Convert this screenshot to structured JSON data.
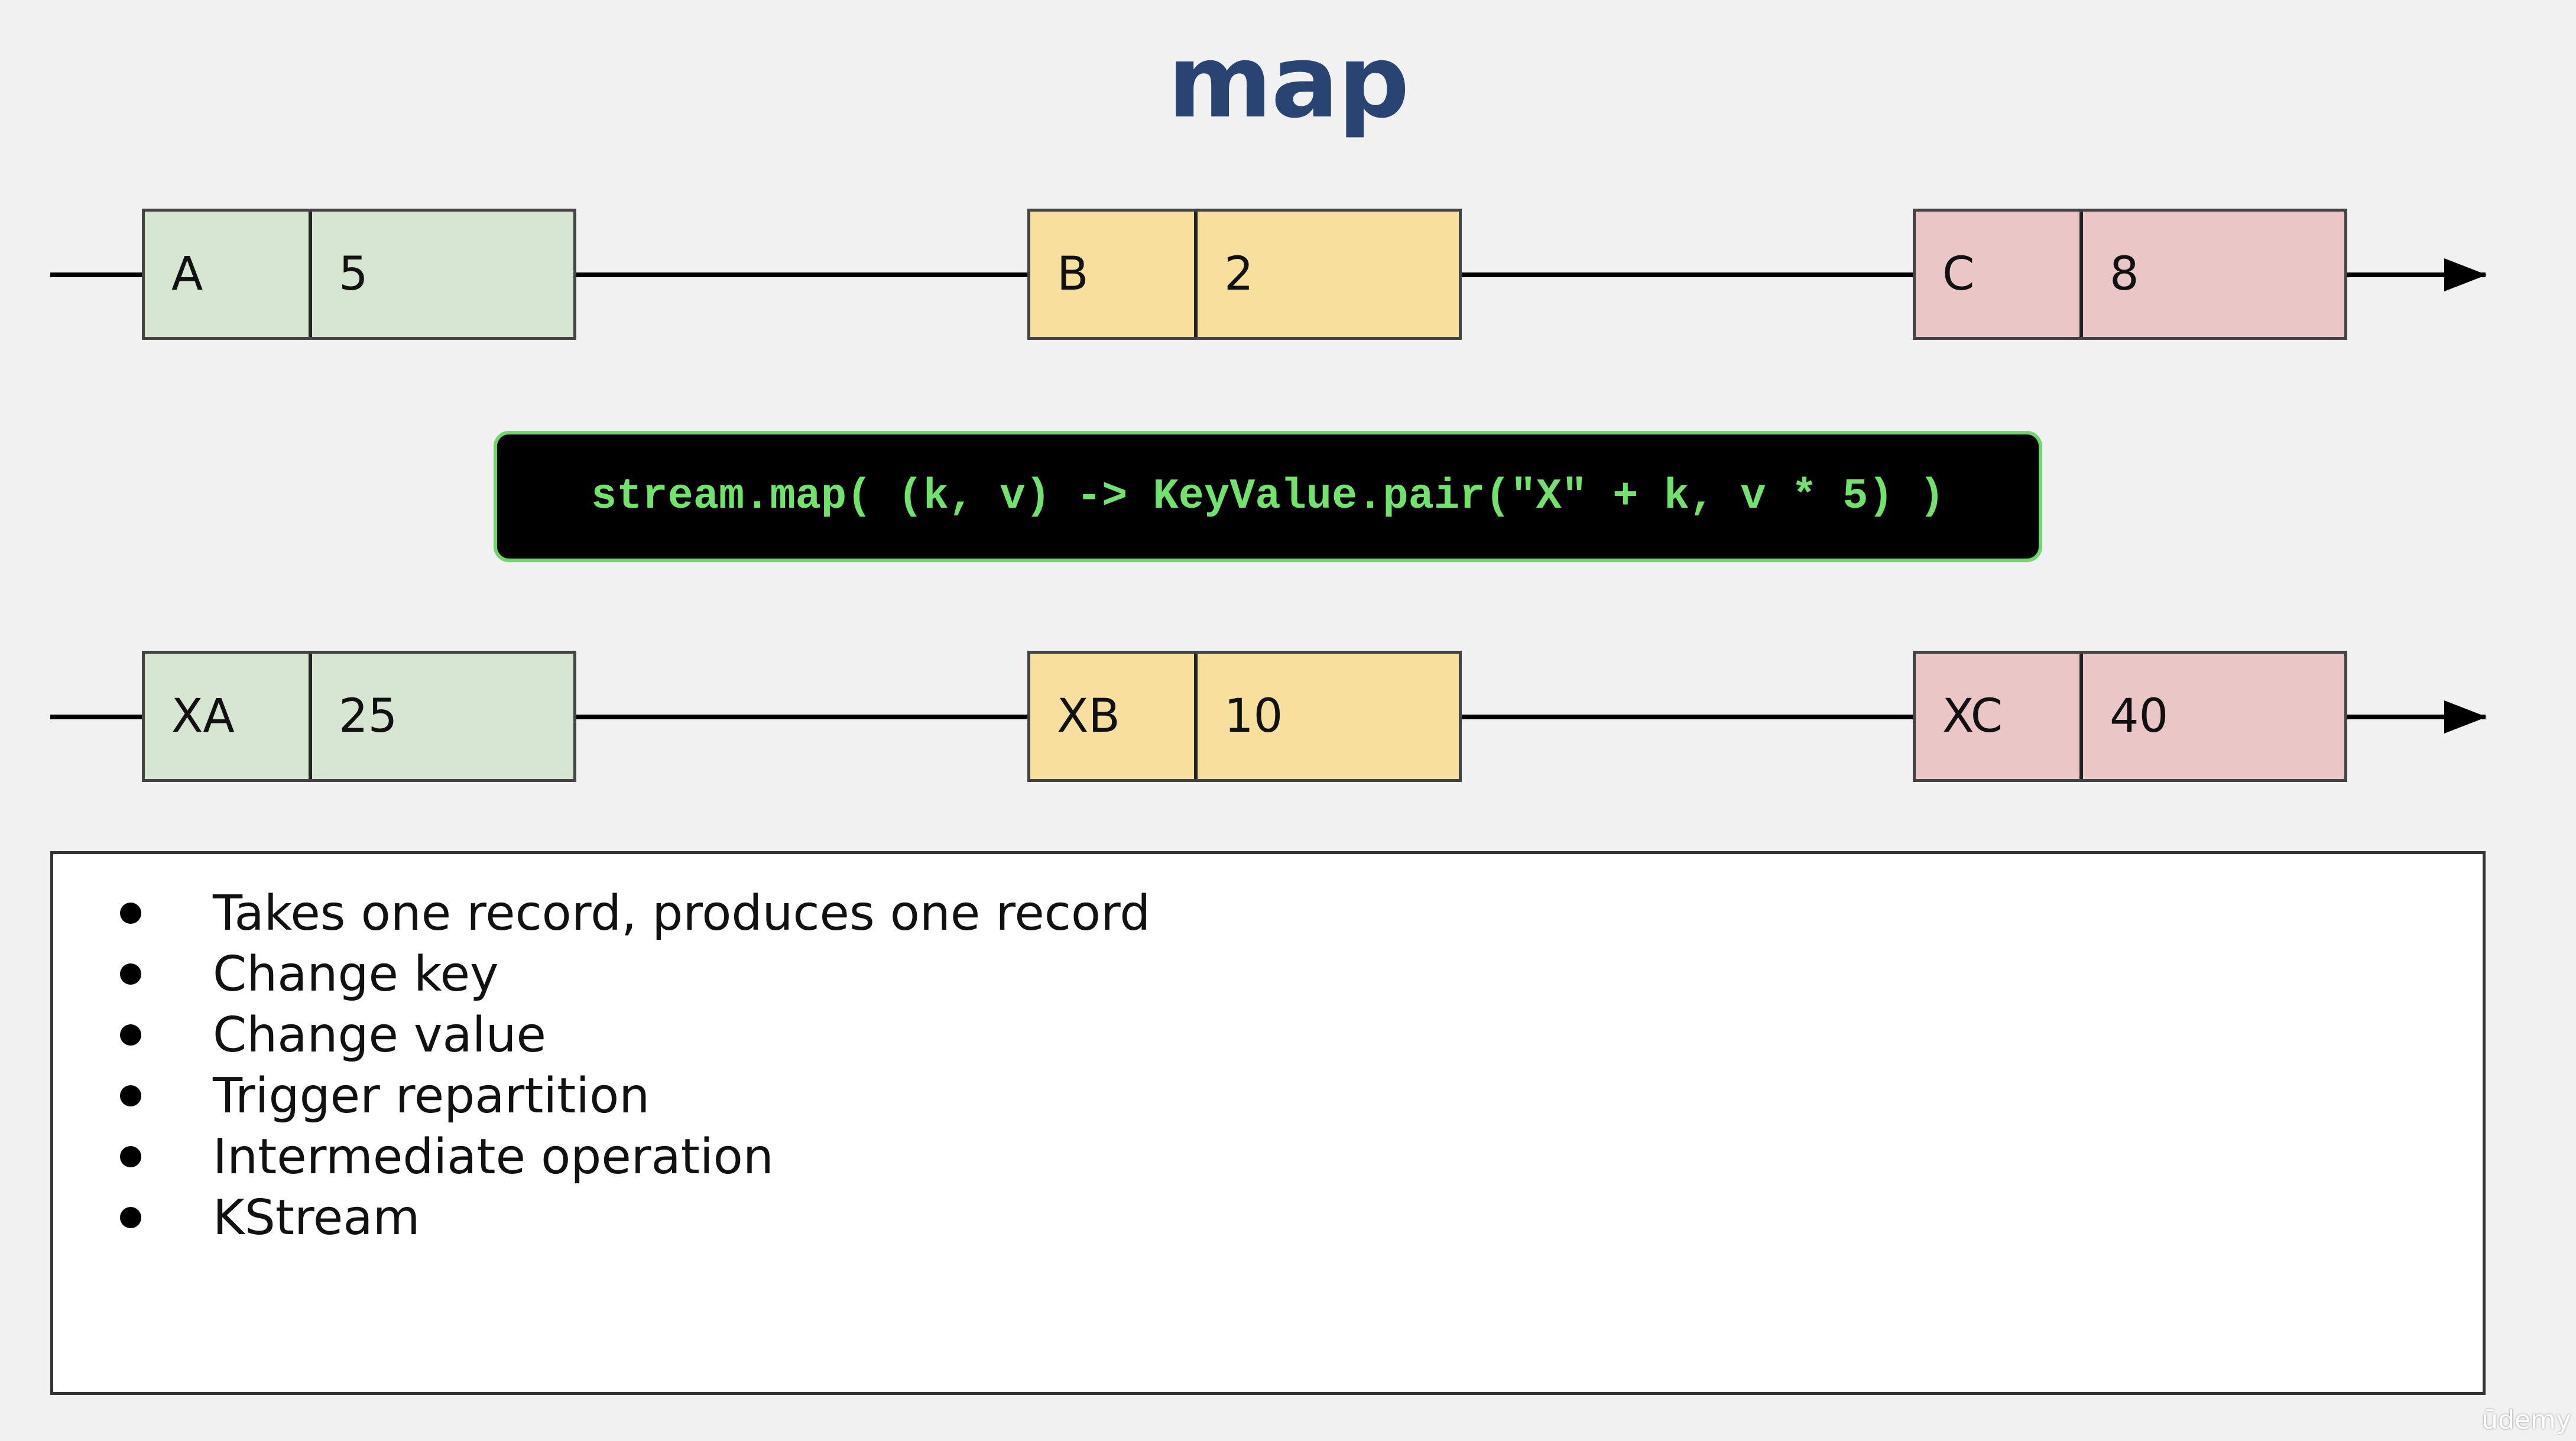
{
  "title": "map",
  "input_records": [
    {
      "key": "A",
      "value": "5",
      "color": "#d5e5cf"
    },
    {
      "key": "B",
      "value": "2",
      "color": "#f7e09e"
    },
    {
      "key": "C",
      "value": "8",
      "color": "#ebc6c6"
    }
  ],
  "code": "stream.map( (k, v) -> KeyValue.pair(\"X\" + k, v * 5) )",
  "output_records": [
    {
      "key": "XA",
      "value": "25",
      "color": "#d5e5cf"
    },
    {
      "key": "XB",
      "value": "10",
      "color": "#f7e09e"
    },
    {
      "key": "XC",
      "value": "40",
      "color": "#ebc6c6"
    }
  ],
  "bullets": [
    "Takes one record, produces one record",
    "Change key",
    "Change value",
    "Trigger repartition",
    "Intermediate operation",
    "KStream"
  ],
  "watermark": "ūdemy",
  "colors": {
    "title": "#2a4472",
    "code_text": "#6fe36a",
    "code_border": "#6fd86a"
  }
}
